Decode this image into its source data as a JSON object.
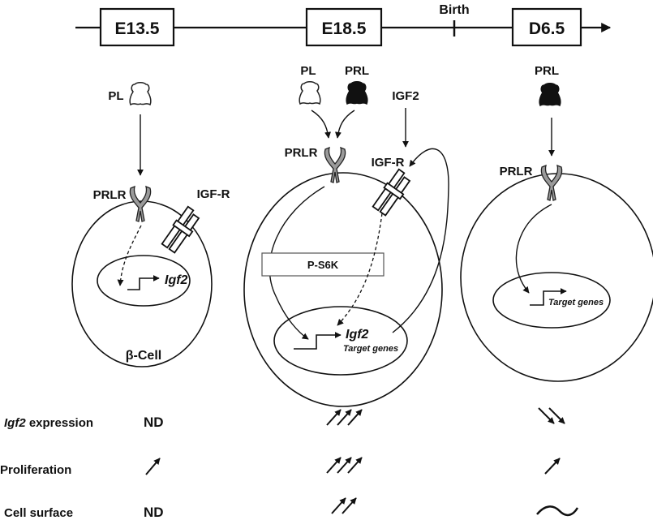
{
  "timeline": {
    "stages": [
      "E13.5",
      "E18.5",
      "D6.5"
    ],
    "birth": "Birth"
  },
  "panels": {
    "e13": {
      "ligand": "PL",
      "receptor": "PRLR",
      "igf_receptor": "IGF-R",
      "gene": "Igf2",
      "cell_label": "β-Cell"
    },
    "e18": {
      "ligand_pl": "PL",
      "ligand_prl": "PRL",
      "igf2": "IGF2",
      "receptor": "PRLR",
      "igf_receptor": "IGF-R",
      "kinase": "P-S6K",
      "gene": "Igf2",
      "targets": "Target genes"
    },
    "d6": {
      "ligand": "PRL",
      "receptor": "PRLR",
      "targets": "Target genes"
    }
  },
  "table": {
    "rows": [
      {
        "label_italic": "Igf2",
        "label_rest": " expression",
        "e13": "ND",
        "e18": "↑↑↑",
        "d6": "↓↓"
      },
      {
        "label_italic": "",
        "label_rest": "Proliferation",
        "e13": "↑",
        "e18": "↑↑↑",
        "d6": "↑"
      },
      {
        "label_italic": "",
        "label_rest": "Cell surface",
        "e13": "ND",
        "e18": "↑↑",
        "d6": "~"
      }
    ]
  }
}
